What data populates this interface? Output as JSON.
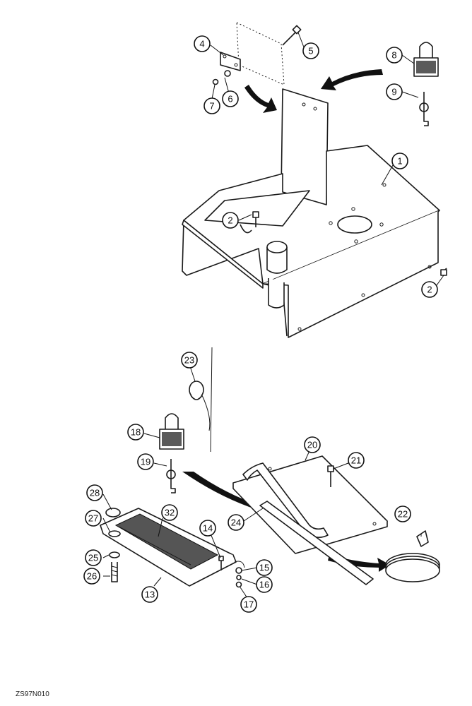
{
  "figure": {
    "code": "ZS97N010",
    "callouts": [
      "1",
      "2",
      "2",
      "4",
      "5",
      "6",
      "7",
      "8",
      "9",
      "13",
      "14",
      "15",
      "16",
      "17",
      "18",
      "19",
      "20",
      "21",
      "22",
      "23",
      "24",
      "25",
      "26",
      "27",
      "28",
      "32"
    ]
  }
}
